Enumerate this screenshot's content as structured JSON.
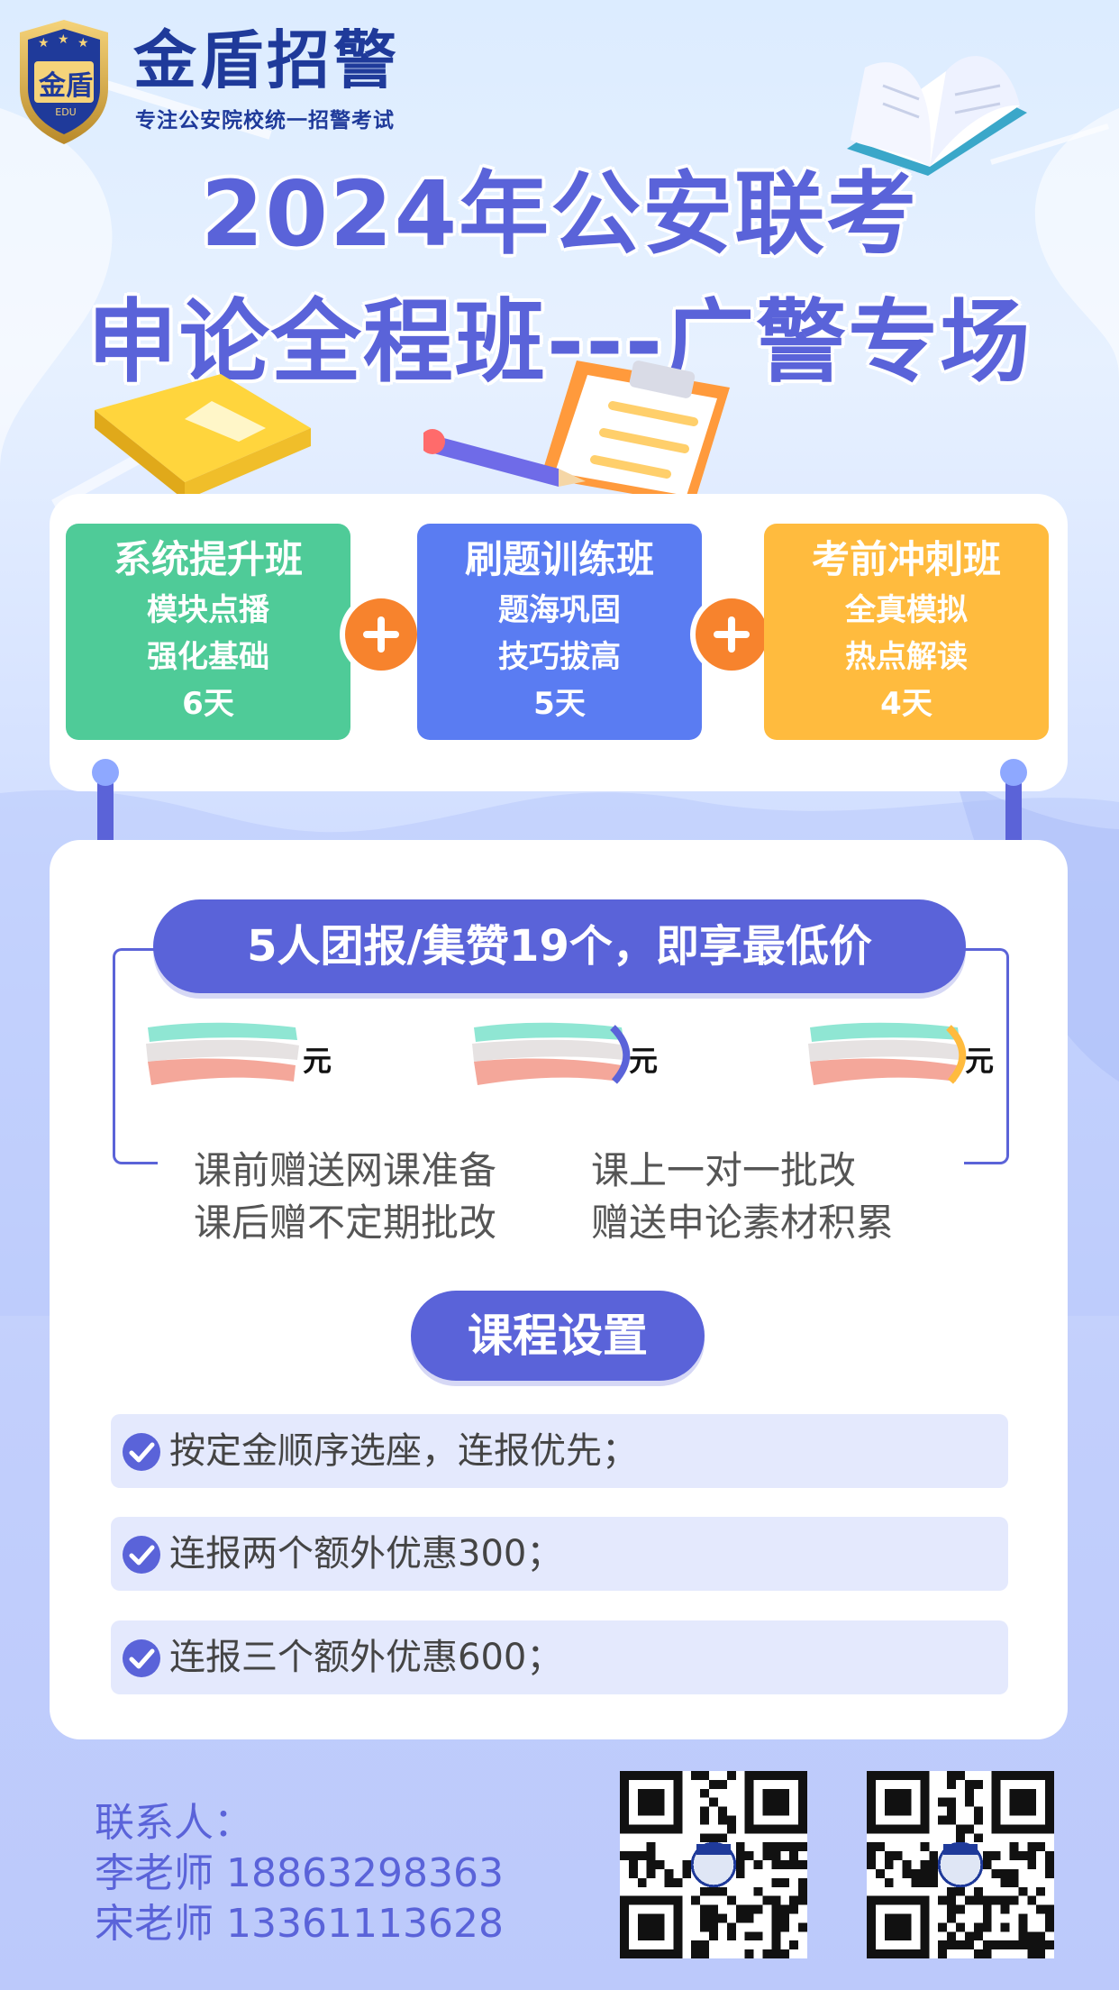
{
  "brand": {
    "logo_text": "金盾",
    "logo_sub": "EDU",
    "name": "金盾招警",
    "slogan": "专注公安院校统一招警考试"
  },
  "title": {
    "line1": "2024年公安联考",
    "line2": "申论全程班---广警专场"
  },
  "classes": [
    {
      "name": "系统提升班",
      "line2": "模块点播",
      "line3": "强化基础",
      "days": "6天",
      "color": "#4fcb98"
    },
    {
      "name": "刷题训练班",
      "line2": "题海巩固",
      "line3": "技巧拔高",
      "days": "5天",
      "color": "#5a7cf2"
    },
    {
      "name": "考前冲刺班",
      "line2": "全真模拟",
      "line3": "热点解读",
      "days": "4天",
      "color": "#ffbb3e"
    }
  ],
  "promo": {
    "banner": "5人团报/集赞19个，即享最低价",
    "price_unit": "元"
  },
  "benefits": {
    "left": [
      "课前赠送网课准备",
      "课后赠不定期批改"
    ],
    "right": [
      "课上一对一批改",
      "赠送申论素材积累"
    ]
  },
  "course": {
    "heading": "课程设置",
    "items": [
      "按定金顺序选座，连报优先；",
      "连报两个额外优惠300；",
      "连报三个额外优惠600；"
    ]
  },
  "contact": {
    "label": "联系人：",
    "people": [
      {
        "name": "李老师",
        "phone": "18863298363"
      },
      {
        "name": "宋老师",
        "phone": "13361113628"
      }
    ]
  },
  "colors": {
    "primary": "#5a63d9",
    "brand_blue": "#1f3a9a",
    "green": "#4fcb98",
    "blue": "#5a7cf2",
    "yellow": "#ffbb3e",
    "orange": "#f7832d"
  }
}
